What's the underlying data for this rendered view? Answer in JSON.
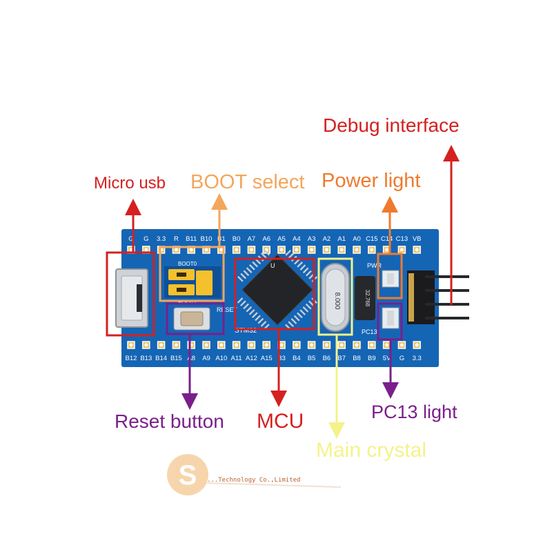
{
  "callouts": {
    "debug_interface": "Debug interface",
    "micro_usb": "Micro usb",
    "boot_select": "BOOT select",
    "power_light": "Power light",
    "reset_button": "Reset button",
    "mcu": "MCU",
    "pc13_light": "PC13 light",
    "main_crystal": "Main crystal"
  },
  "board": {
    "top_pins": [
      "G",
      "G",
      "3.3",
      "R",
      "B11",
      "B10",
      "B1",
      "B0",
      "A7",
      "A6",
      "A5",
      "A4",
      "A3",
      "A2",
      "A1",
      "A0",
      "C15",
      "C14",
      "C13",
      "VB"
    ],
    "bottom_pins": [
      "B12",
      "B13",
      "B14",
      "B15",
      "A8",
      "A9",
      "A10",
      "A11",
      "A12",
      "A15",
      "B3",
      "B4",
      "B5",
      "B6",
      "B7",
      "B8",
      "B9",
      "5V",
      "G",
      "3.3"
    ],
    "boot_label": "BOOT0",
    "boot1_label": "BOOT1",
    "reset_label": "RESET",
    "chip_mark": "STM32",
    "crystal_mark": "8.000",
    "rtc_crystal_mark": "32.768",
    "pwr_label": "PWR",
    "pc13_label": "PC13",
    "u_label": "U"
  },
  "watermark": {
    "logo_letter": "S",
    "tagline": "...Technology Co.,Limited"
  },
  "colors": {
    "pcb": "#1565b5",
    "red": "#d42020",
    "orange": "#ef7a2e",
    "light_orange": "#f3a65c",
    "purple": "#7a1f8a",
    "yellow": "#f4f28a"
  }
}
